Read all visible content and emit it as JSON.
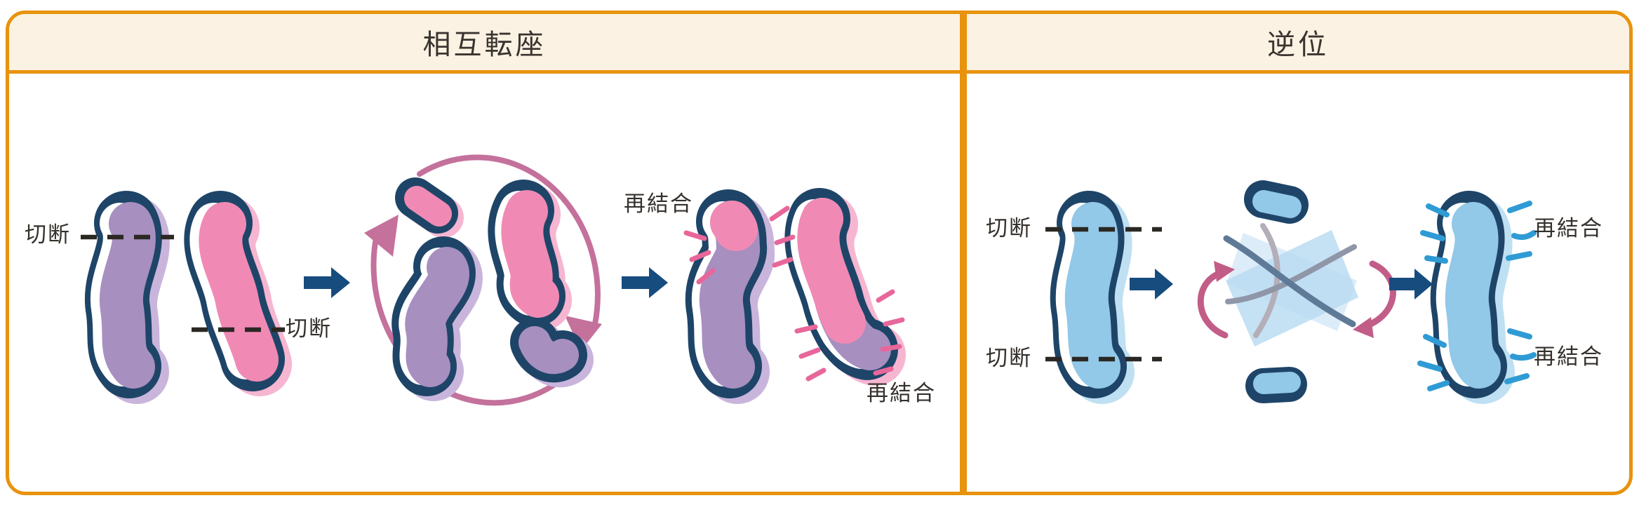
{
  "figure": {
    "description_visible_text_only": true,
    "panels": {
      "translocation": {
        "title": "相互転座",
        "labels": {
          "cut_top": "切断",
          "cut_bottom": "切断",
          "rejoin_top": "再結合",
          "rejoin_bottom": "再結合"
        }
      },
      "inversion": {
        "title": "逆位",
        "labels": {
          "cut_top": "切断",
          "cut_bottom": "切断",
          "rejoin_top": "再結合",
          "rejoin_bottom": "再結合"
        }
      }
    },
    "colors": {
      "panel_border": "#E8930D",
      "header_bg": "#FCF2E3",
      "body_bg": "#FFFFFF",
      "chromosome_outline_navy": "#1E4568",
      "chromosome_purple": "#A78FC0",
      "chromosome_purple_shadow": "#C9B5DC",
      "chromosome_pink": "#F08AB4",
      "chromosome_pink_shadow": "#F6B6D1",
      "chromosome_blue": "#92C8E8",
      "chromosome_blue_shadow": "#BEE0F2",
      "exchange_cycle_arrow": "#C4719C",
      "rotation_arrow": "#C25D87",
      "flow_arrow": "#174C7E",
      "cut_dash_line": "#2B2823",
      "label_text": "#35302B",
      "sparkle_pink": "#E8679A",
      "sparkle_blue": "#2F9BD5",
      "inversion_band_blue": "#BBDCF2",
      "inversion_band_pale": "#DCECF8"
    }
  }
}
